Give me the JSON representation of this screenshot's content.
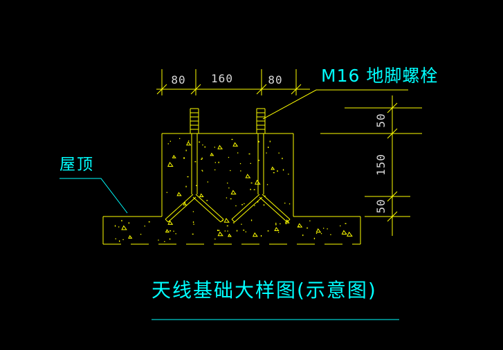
{
  "drawing": {
    "title": "天线基础大样图(示意图)",
    "labels": {
      "anchor_bolt": "M16 地脚螺栓",
      "roof": "屋顶"
    },
    "dimensions": {
      "top": [
        {
          "label": "80"
        },
        {
          "label": "160"
        },
        {
          "label": "80"
        }
      ],
      "right": [
        {
          "label": "50"
        },
        {
          "label": "150"
        },
        {
          "label": "50"
        }
      ]
    },
    "colors": {
      "background": "#000000",
      "line": "#ffff00",
      "cad_text": "#00ffff",
      "dim_text": "#d9d9d9"
    }
  }
}
